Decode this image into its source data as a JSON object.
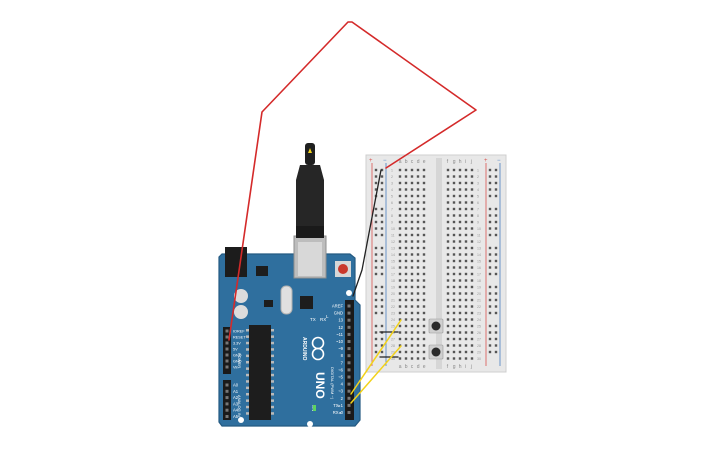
{
  "colors": {
    "canvas_bg": "#ffffff",
    "board_blue": "#2f6f9e",
    "board_edge": "#245a82",
    "breadboard": "#e6e6e6",
    "rail_red": "#d9534f",
    "rail_blue": "#4a7fc1",
    "wire_red": "#d42a2a",
    "wire_black": "#222222",
    "wire_yellow": "#f2d21b",
    "usb_cable": "#1e1e1e",
    "chip": "#1d1d1d"
  },
  "arduino": {
    "model": "UNO",
    "brand": "ARDUINO",
    "tx_label": "TX",
    "rx_label": "RX",
    "l_label": "L",
    "on_label": "ON",
    "digital_label": "DIGITAL (PWM ~)",
    "power_label": "POWER",
    "analog_label": "ANALOG IN",
    "top_pins": [
      "AREF",
      "GND",
      "13",
      "12",
      "~11",
      "~10",
      "~9",
      "8",
      "7",
      "~6",
      "~5",
      "4",
      "~3",
      "2",
      "TX▸1",
      "RX◂0"
    ],
    "power_pins": [
      "IOREF",
      "RESET",
      "3.3V",
      "5V",
      "GND",
      "GND",
      "Vin"
    ],
    "analog_pins": [
      "A0",
      "A1",
      "A2",
      "A3",
      "A4",
      "A5"
    ]
  },
  "breadboard": {
    "left_letters": [
      "a",
      "b",
      "c",
      "d",
      "e"
    ],
    "right_letters": [
      "f",
      "g",
      "h",
      "i",
      "j"
    ],
    "plus": "+",
    "minus": "−",
    "rows": [
      "1",
      "2",
      "3",
      "4",
      "5",
      "6",
      "7",
      "8",
      "9",
      "10",
      "11",
      "12",
      "13",
      "14",
      "15",
      "16",
      "17",
      "18",
      "19",
      "20",
      "21",
      "22",
      "23",
      "24",
      "25",
      "26",
      "27",
      "28",
      "29",
      "30"
    ]
  },
  "components": {
    "buttons": [
      "pushbutton-1",
      "pushbutton-2"
    ]
  }
}
